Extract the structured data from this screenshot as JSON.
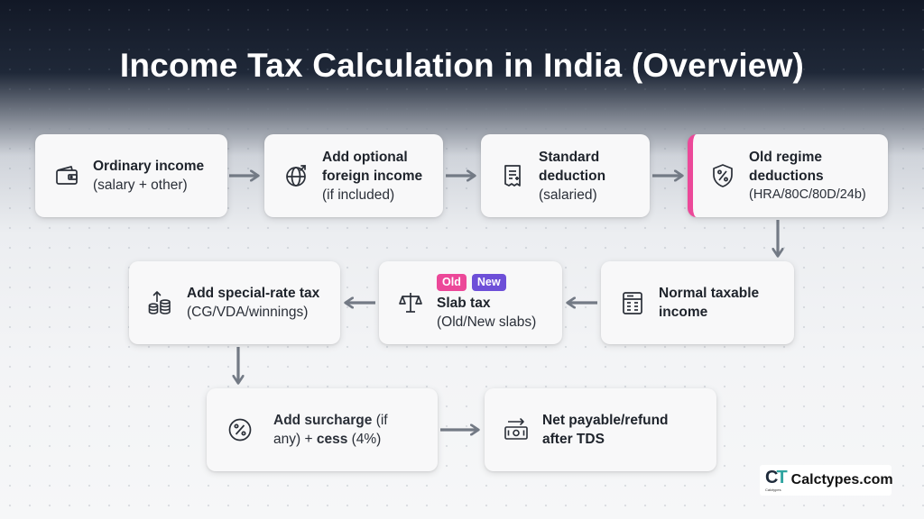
{
  "title": "Income Tax Calculation in India (Overview)",
  "steps": {
    "ordinary": {
      "title": "Ordinary income",
      "desc": "(salary + other)",
      "icon": "wallet-icon"
    },
    "foreign": {
      "title": "Add optional foreign income",
      "title_l1": "Add optional",
      "title_l2": "foreign income",
      "desc": "(if included)",
      "icon": "globe-icon"
    },
    "standard": {
      "title_l1": "Standard",
      "title_l2": "deduction",
      "desc": "(salaried)",
      "icon": "receipt-icon"
    },
    "old_regime": {
      "title_l1": "Old regime",
      "title_l2": "deductions",
      "desc": "(HRA/80C/80D/24b)",
      "icon": "shield-percent-icon",
      "accent": "#ec4899"
    },
    "normal_taxable": {
      "title_l1": "Normal taxable",
      "title_l2": "income",
      "icon": "calculator-icon"
    },
    "slab": {
      "badge_old": "Old",
      "badge_new": "New",
      "title": "Slab tax",
      "desc": "(Old/New slabs)",
      "icon": "scales-icon",
      "badge_old_color": "#ec4899",
      "badge_new_color": "#6d4fd8"
    },
    "special_rate": {
      "title": "Add special-rate tax",
      "desc": "(CG/VDA/winnings)",
      "icon": "coins-up-icon"
    },
    "surcharge": {
      "bold1": "Add surcharge",
      "reg1": " (if",
      "reg2": "any) + ",
      "bold2": "cess",
      "reg3": " (4%)",
      "icon": "percent-circle-icon"
    },
    "net": {
      "title_l1": "Net payable/refund",
      "title_l2": "after TDS",
      "icon": "cash-arrow-icon"
    }
  },
  "logo": {
    "mark": "CT",
    "mark_sub": "Calctypes",
    "text": "Calctypes.com"
  }
}
